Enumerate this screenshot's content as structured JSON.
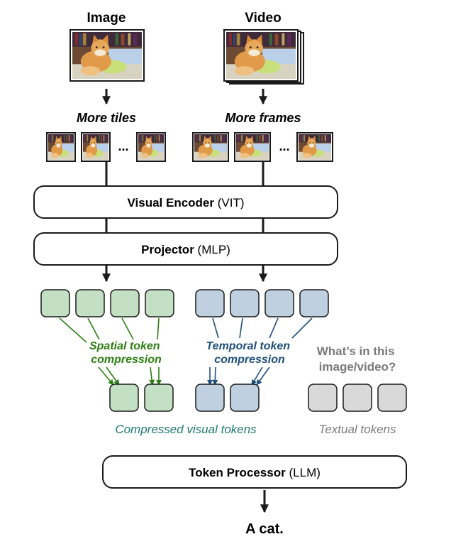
{
  "inputs": {
    "image_label": "Image",
    "video_label": "Video",
    "image_caption": "More tiles",
    "video_caption": "More frames",
    "ellipsis": "..."
  },
  "encoder": {
    "name": "Visual Encoder",
    "suffix": "(VIT)"
  },
  "projector": {
    "name": "Projector",
    "suffix": "(MLP)"
  },
  "compression": {
    "spatial": [
      "Spatial token",
      "compression"
    ],
    "temporal": [
      "Temporal token",
      "compression"
    ],
    "question": [
      "What’s in this",
      "image/video?"
    ],
    "compressed_label": "Compressed visual tokens",
    "textual_label": "Textual tokens"
  },
  "llm": {
    "name": "Token Processor",
    "suffix": "(LLM)"
  },
  "output": "A cat.",
  "colors": {
    "green_fill": "#c3e0c4",
    "blue_fill": "#bfd1e0",
    "gray_fill": "#d9d9d9",
    "green_text": "#2d7f12",
    "blue_text": "#1f4f7a",
    "teal_text": "#1f7a73",
    "gray_text": "#7a7a7a",
    "stroke": "#1a1a1a"
  }
}
